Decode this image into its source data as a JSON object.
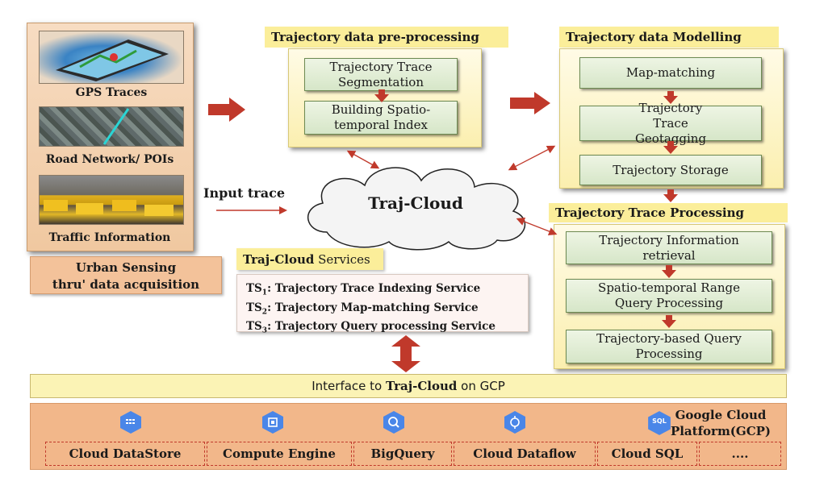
{
  "sources": {
    "gps_label": "GPS Traces",
    "road_label": "Road Network/ POIs",
    "traffic_label": "Traffic Information"
  },
  "urban_sensing": [
    "Urban Sensing",
    "thru' data acquisition"
  ],
  "preprocessing": {
    "title": "Trajectory data pre-processing",
    "steps": [
      "Trajectory Trace Segmentation",
      "Building Spatio-temporal Index"
    ]
  },
  "modelling": {
    "title": "Trajectory data Modelling",
    "steps": [
      "Map-matching",
      "Trajectory Trace Geotagging",
      "Trajectory Storage"
    ]
  },
  "processing": {
    "title": "Trajectory Trace Processing",
    "steps": [
      "Trajectory Information retrieval",
      "Spatio-temporal Range Query Processing",
      "Trajectory-based Query Processing"
    ]
  },
  "cloud_label": "Traj-Cloud",
  "input_trace_label": "Input trace",
  "services": {
    "title_bold": "Traj-Cloud",
    "title_rest": " Services",
    "items": [
      {
        "prefix": "TS",
        "sub": "1",
        "text": ": Trajectory Trace Indexing Service"
      },
      {
        "prefix": "TS",
        "sub": "2",
        "text": ": Trajectory Map-matching Service"
      },
      {
        "prefix": "TS",
        "sub": "3",
        "text": ": Trajectory Query processing Service"
      }
    ]
  },
  "interface": {
    "before": "Interface to ",
    "bold": "Traj-Cloud",
    "after": " on GCP"
  },
  "gcp": {
    "title": "Google Cloud Platform(GCP)",
    "icon_labels": [
      "SQL"
    ],
    "services": [
      "Cloud DataStore",
      "Compute Engine",
      "BigQuery",
      "Cloud Dataflow",
      "Cloud SQL",
      "...."
    ]
  },
  "colors": {
    "accent_red": "#c0392b",
    "yellow_panel": "#fbefaf",
    "green_box": "#d6e6c8",
    "gcp_panel": "#f2b78a",
    "gcp_icon_blue": "#4a86e8"
  }
}
